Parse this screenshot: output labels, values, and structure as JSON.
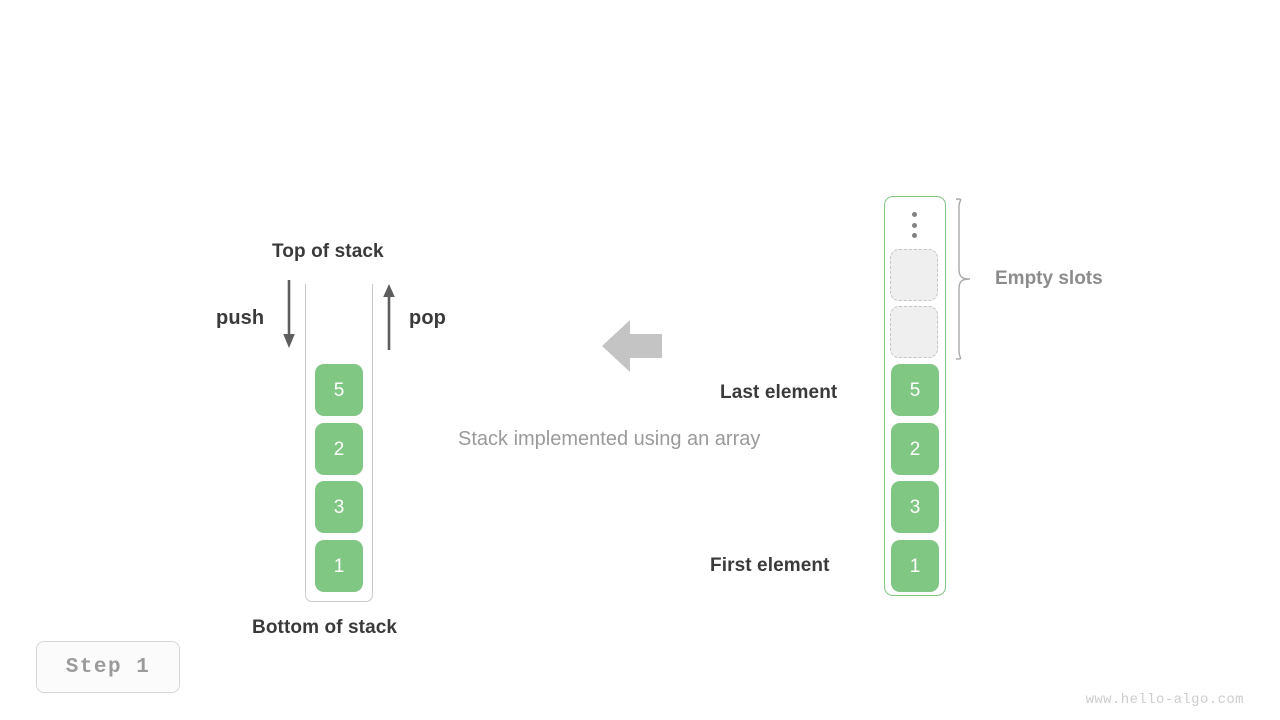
{
  "diagram": {
    "caption": "Stack implemented using an array",
    "colors": {
      "cell_fill": "#81c784",
      "cell_text": "#ffffff",
      "empty_slot_fill": "#efefef",
      "empty_slot_border": "#c5c5c5",
      "array_border": "#81c784",
      "stack_border": "#c9c9c9",
      "label_dark": "#3a3a3a",
      "label_gray": "#8c8c8c",
      "caption_text": "#9a9a9a",
      "arrow_gray": "#c4c4c4",
      "push_pop_arrow": "#5e5e5e"
    },
    "left_stack": {
      "top_label": "Top of stack",
      "bottom_label": "Bottom of stack",
      "push_label": "push",
      "pop_label": "pop",
      "values": [
        "5",
        "2",
        "3",
        "1"
      ]
    },
    "right_array": {
      "ellipsis_icon": "vertical-ellipsis-icon",
      "empty_slots_label": "Empty slots",
      "empty_slot_count": 2,
      "last_element_label": "Last element",
      "first_element_label": "First element",
      "values": [
        "5",
        "2",
        "3",
        "1"
      ]
    },
    "flow_arrow_icon": "arrow-left-icon",
    "step_badge": "Step 1",
    "watermark": "www.hello-algo.com"
  }
}
